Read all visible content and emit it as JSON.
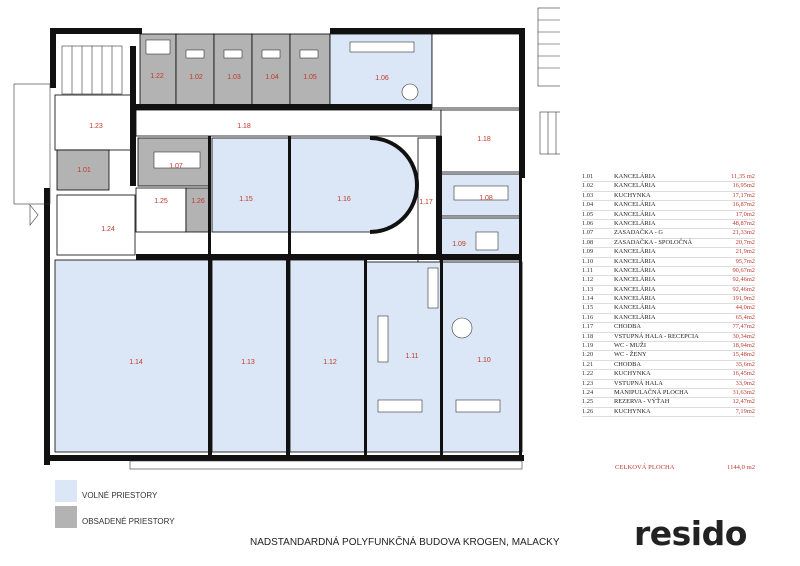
{
  "rooms": {
    "r101": "1.01",
    "r102": "1.02",
    "r103": "1.03",
    "r104": "1.04",
    "r105": "1.05",
    "r106": "1.06",
    "r107": "1.07",
    "r108": "1.08",
    "r109": "1.09",
    "r110": "1.10",
    "r111": "1.11",
    "r112": "1.12",
    "r113": "1.13",
    "r114": "1.14",
    "r115": "1.15",
    "r116": "1.16",
    "r117": "1.17",
    "r118a": "1.18",
    "r118b": "1.18",
    "r122": "1.22",
    "r123": "1.23",
    "r124": "1.24",
    "r125": "1.25",
    "r126": "1.26"
  },
  "schedule": [
    {
      "code": "1.01",
      "name": "KANCELÁRIA",
      "area": "11,35 m2"
    },
    {
      "code": "1.02",
      "name": "KANCELÁRIA",
      "area": "16,95m2"
    },
    {
      "code": "1.03",
      "name": "KUCHYNKA",
      "area": "17,17m2"
    },
    {
      "code": "1.04",
      "name": "KANCELÁRIA",
      "area": "16,87m2"
    },
    {
      "code": "1.05",
      "name": "KANCELÁRIA",
      "area": "17,0m2"
    },
    {
      "code": "1.06",
      "name": "KANCELÁRIA",
      "area": "48,87m2"
    },
    {
      "code": "1.07",
      "name": "ZASADAČKA - G",
      "area": "21,33m2"
    },
    {
      "code": "1.08",
      "name": "ZASADAČKA - SPOLOČNÁ",
      "area": "20,7m2"
    },
    {
      "code": "1.09",
      "name": "KANCELÁRIA",
      "area": "21,9m2"
    },
    {
      "code": "1.10",
      "name": "KANCELÁRIA",
      "area": "95,7m2"
    },
    {
      "code": "1.11",
      "name": "KANCELÁRIA",
      "area": "90,67m2"
    },
    {
      "code": "1.12",
      "name": "KANCELÁRIA",
      "area": "92,46m2"
    },
    {
      "code": "1.13",
      "name": "KANCELÁRIA",
      "area": "92,46m2"
    },
    {
      "code": "1.14",
      "name": "KANCELÁRIA",
      "area": "191,9m2"
    },
    {
      "code": "1.15",
      "name": "KANCELÁRIA",
      "area": "44,0m2"
    },
    {
      "code": "1.16",
      "name": "KANCELÁRIA",
      "area": "65,4m2"
    },
    {
      "code": "1.17",
      "name": "CHODBA",
      "area": "77,47m2"
    },
    {
      "code": "1.18",
      "name": "VSTUPNÁ HALA - RECEPCIA",
      "area": "30,34m2"
    },
    {
      "code": "1.19",
      "name": "WC - MUŽI",
      "area": "18,94m2"
    },
    {
      "code": "1.20",
      "name": "WC - ŽENY",
      "area": "15,48m2"
    },
    {
      "code": "1.21",
      "name": "CHODBA",
      "area": "35,6m2"
    },
    {
      "code": "1.22",
      "name": "KUCHYNKA",
      "area": "16,45m2"
    },
    {
      "code": "1.23",
      "name": "VSTUPNÁ HALA",
      "area": "33,9m2"
    },
    {
      "code": "1.24",
      "name": "MANIPULAČNÁ PLOCHA",
      "area": "31,63m2"
    },
    {
      "code": "1.25",
      "name": "REZERVA - VÝŤAH",
      "area": "12,47m2"
    },
    {
      "code": "1.26",
      "name": "KUCHYNKA",
      "area": "7,19m2"
    }
  ],
  "total": {
    "label": "CELKOVÁ PLOCHA",
    "value": "1144,0 m2"
  },
  "legend": {
    "free": "VOLNÉ PRIESTORY",
    "occupied": "OBSADENÉ PRIESTORY",
    "free_color": "#dbe6f7",
    "occupied_color": "#b3b3b3"
  },
  "caption": "NADSTANDARDNÁ POLYFUNKČNÁ BUDOVA KROGEN, MALACKY",
  "logo": "resido"
}
